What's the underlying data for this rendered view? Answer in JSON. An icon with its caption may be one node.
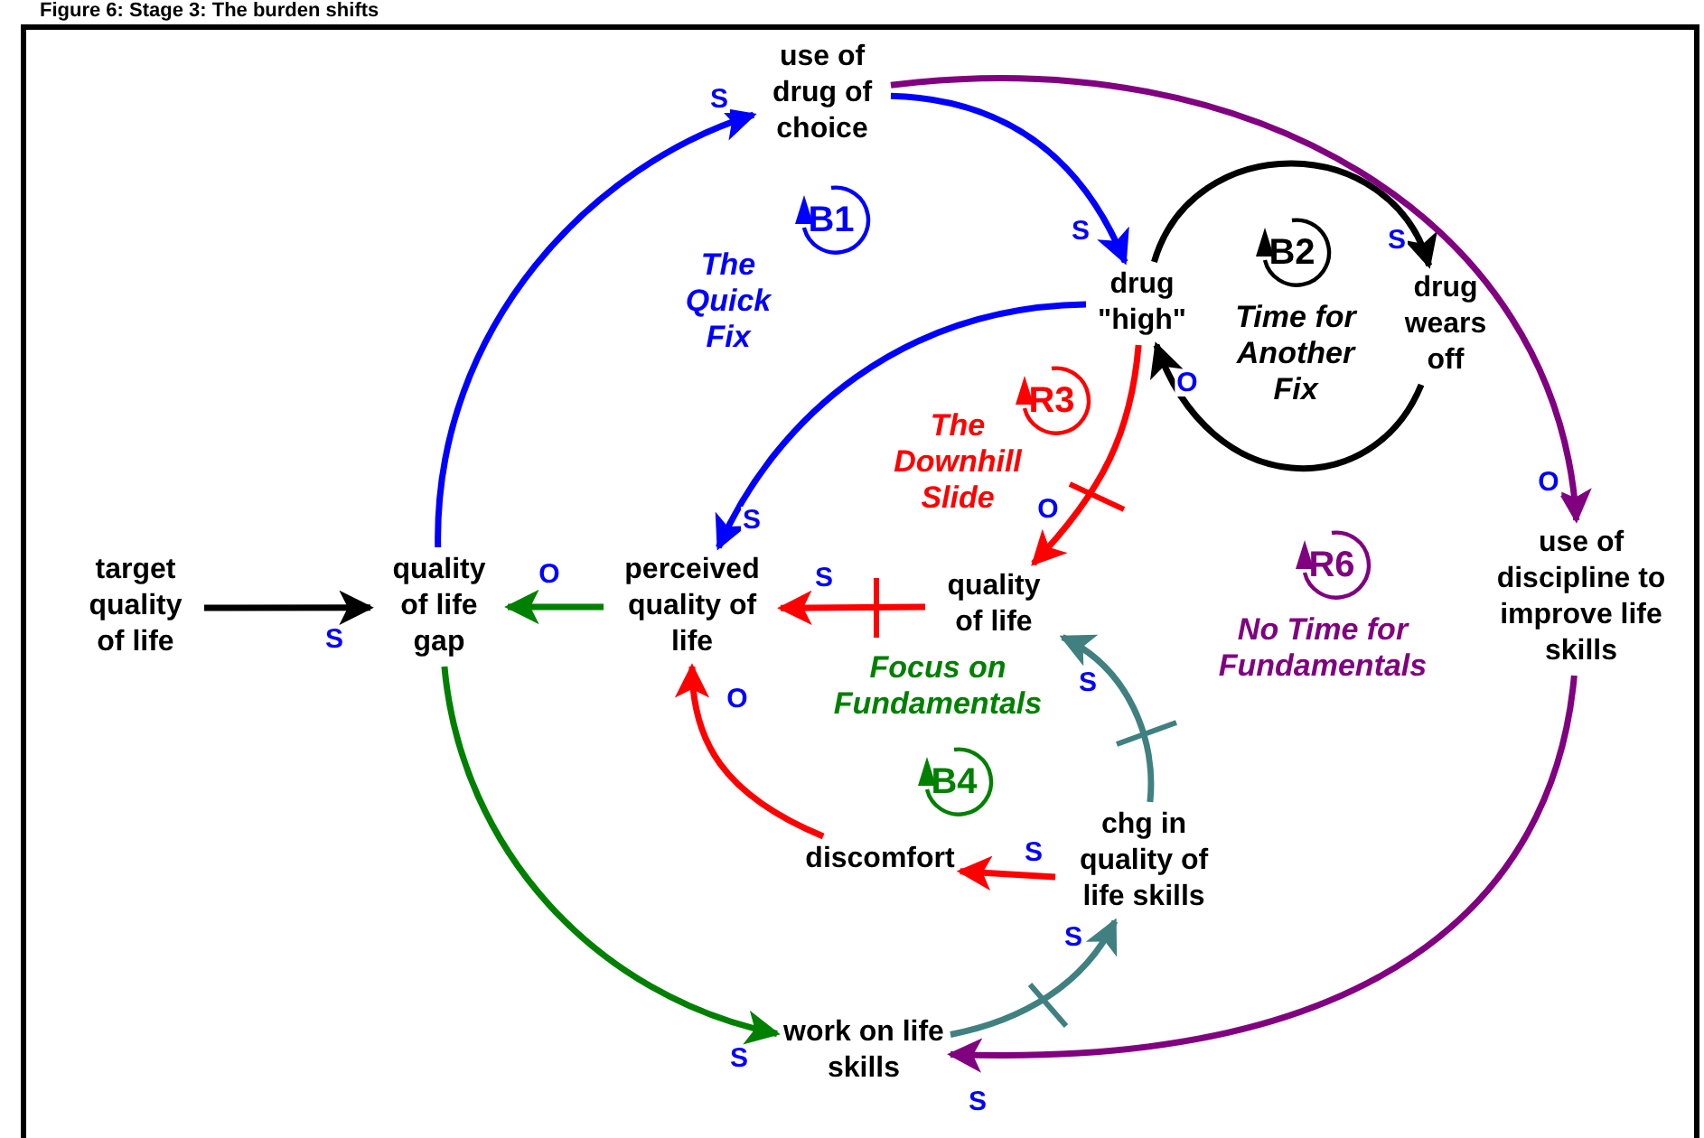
{
  "diagram": {
    "title": "Figure 6: Stage 3: The burden shifts",
    "nodes": [
      {
        "text": [
          "target quality of life"
        ]
      },
      {
        "text": [
          "quality of life gap"
        ]
      },
      {
        "text": [
          "perceived quality of life"
        ]
      },
      {
        "text": [
          "quality of life"
        ]
      },
      {
        "text": [
          "use of drug of choice"
        ]
      },
      {
        "text": [
          "drug \"high\""
        ]
      },
      {
        "text": [
          "drug wears off"
        ]
      },
      {
        "text": [
          "use of discipline to improve life skills"
        ]
      },
      {
        "text": [
          "discomfort"
        ]
      },
      {
        "text": [
          "chg in quality of life skills"
        ]
      },
      {
        "text": [
          "work on life skills"
        ]
      }
    ],
    "edges": [
      {
        "from": 0,
        "to": 1,
        "arrow": "to",
        "label": "S",
        "color": "#000000"
      },
      {
        "from": 2,
        "to": 1,
        "arrow": "to",
        "label": "O",
        "color": "#008000"
      },
      {
        "from": 3,
        "to": 2,
        "arrow": "to",
        "label": "S",
        "color": "#ff0000"
      },
      {
        "from": 1,
        "to": 4,
        "arrow": "to",
        "label": "S",
        "color": "#0000ff"
      },
      {
        "from": 4,
        "to": 5,
        "arrow": "to",
        "label": "S",
        "color": "#0000ff"
      },
      {
        "from": 5,
        "to": 2,
        "arrow": "to",
        "label": "S",
        "color": "#0000ff"
      },
      {
        "from": 5,
        "to": 6,
        "arrow": "to",
        "label": "S",
        "color": "#000000"
      },
      {
        "from": 6,
        "to": 5,
        "arrow": "to",
        "label": "O",
        "color": "#000000"
      },
      {
        "from": 5,
        "to": 3,
        "arrow": "to",
        "label": "O",
        "color": "#ff0000"
      },
      {
        "from": 4,
        "to": 7,
        "arrow": "to",
        "label": "O",
        "color": "#800080"
      },
      {
        "from": 7,
        "to": 10,
        "arrow": "to",
        "label": "S",
        "color": "#800080"
      },
      {
        "from": 1,
        "to": 10,
        "arrow": "to",
        "label": "S",
        "color": "#008000"
      },
      {
        "from": 10,
        "to": 9,
        "arrow": "to",
        "label": "S",
        "color": "#408080"
      },
      {
        "from": 9,
        "to": 3,
        "arrow": "to",
        "label": "S",
        "color": "#408080"
      },
      {
        "from": 9,
        "to": 8,
        "arrow": "to",
        "label": "S",
        "color": "#ff0000"
      },
      {
        "from": 8,
        "to": 2,
        "arrow": "to",
        "label": "O",
        "color": "#ff0000"
      }
    ],
    "labels": [
      "B1",
      "The Quick Fix",
      "B2",
      "Time for Another Fix",
      "R3",
      "The Downhill Slide",
      "R6",
      "No Time for Fundamentals",
      "Focus on Fundamentals",
      "B4"
    ]
  }
}
